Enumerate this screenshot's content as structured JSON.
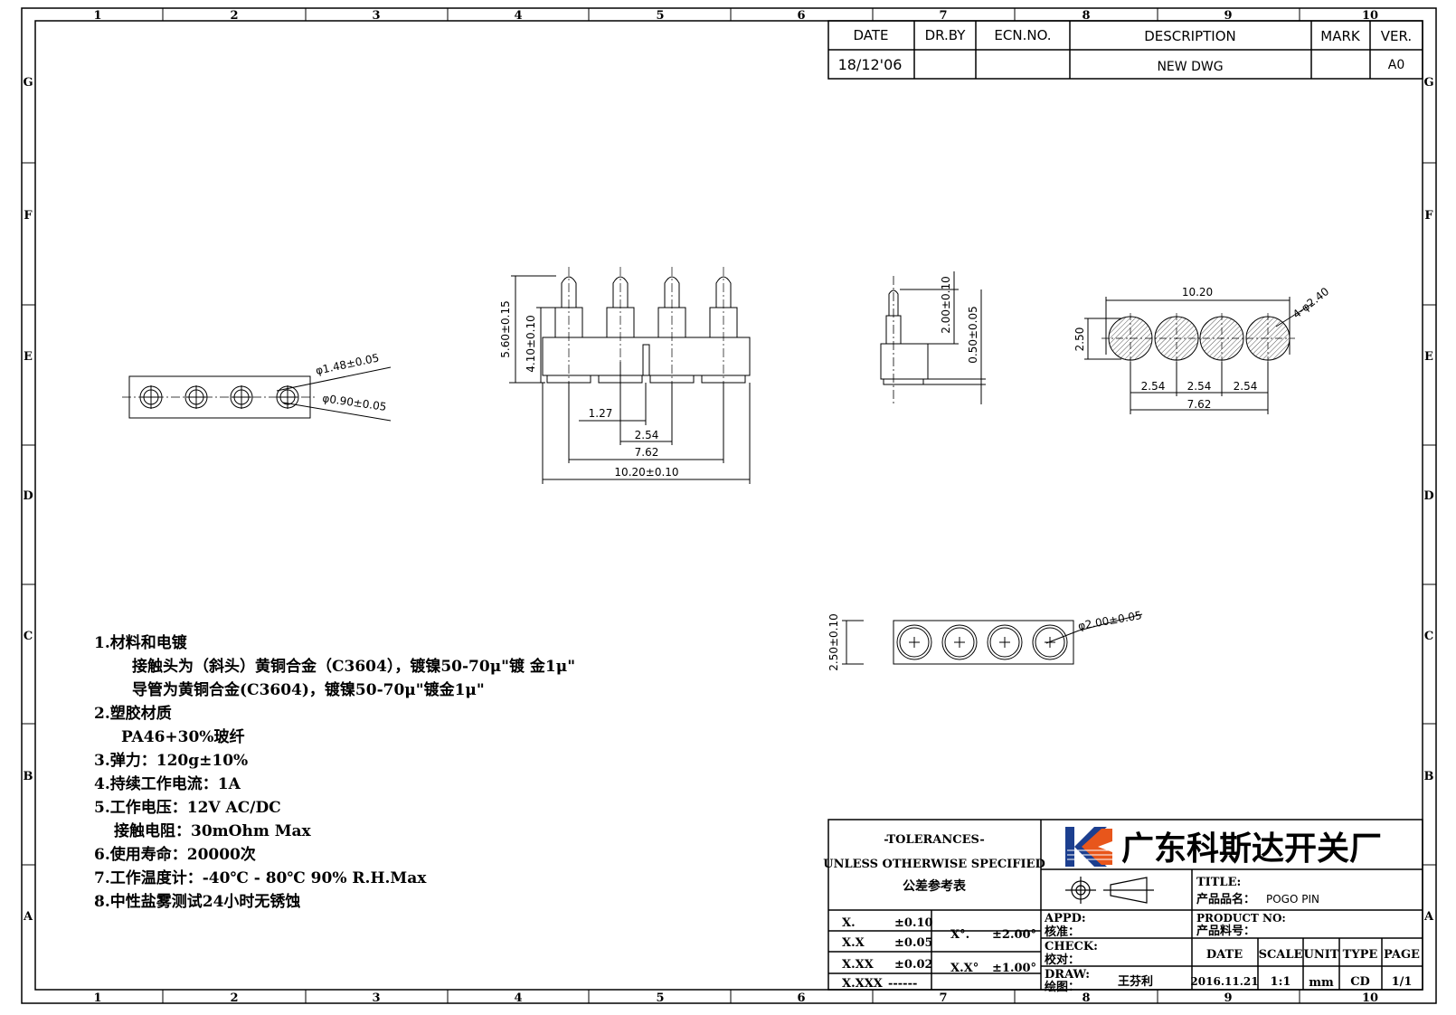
{
  "border": {
    "columns": [
      "1",
      "2",
      "3",
      "4",
      "5",
      "6",
      "7",
      "8",
      "9",
      "10"
    ],
    "rows": [
      "G",
      "F",
      "E",
      "D",
      "C",
      "B",
      "A"
    ]
  },
  "revision_table": {
    "headers": [
      "DATE",
      "DR.BY",
      "ECN.NO.",
      "DESCRIPTION",
      "MARK",
      "VER."
    ],
    "row": [
      "18/12'06",
      "",
      "",
      "NEW  DWG",
      "",
      "A0"
    ]
  },
  "dimensions": {
    "top_view": {
      "d1": "φ1.48±0.05",
      "d2": "φ0.90±0.05"
    },
    "front_view": {
      "h1": "5.60±0.15",
      "h2": "4.10±0.10",
      "w1": "1.27",
      "w2": "2.54",
      "w3": "7.62",
      "w4": "10.20±0.10"
    },
    "side_view": {
      "h1": "2.00±0.10",
      "h2": "0.50±0.05"
    },
    "right_view": {
      "w": "10.20",
      "d": "4-φ2.40",
      "h": "2.50",
      "p1": "2.54",
      "p2": "2.54",
      "p3": "2.54",
      "span": "7.62"
    },
    "bottom_view": {
      "h": "2.50±0.10",
      "d": "φ2.00±0.05"
    }
  },
  "notes": [
    "1.材料和电镀",
    "接触头为（斜头）黄铜合金（C3604），镀镍50-70μ\"镀 金1μ\"",
    "导管为黄铜合金(C3604)，镀镍50-70μ\"镀金1μ\"",
    "2.塑胶材质",
    "PA46+30%玻纤",
    "3.弹力：120g±10%",
    "4.持续工作电流：1A",
    "5.工作电压：12V AC/DC",
    "接触电阻：30mOhm Max",
    "6.使用寿命：20000次",
    "7.工作温度计：-40℃ - 80℃   90% R.H.Max",
    "8.中性盐雾测试24小时无锈蚀"
  ],
  "title_block": {
    "tol_heading": "-TOLERANCES-",
    "tol_sub": "UNLESS OTHERWISE SPECIFIED",
    "tol_cn": "公差参考表",
    "tol_rows": [
      {
        "k": "X.",
        "v": "±0.10"
      },
      {
        "k": "X.X",
        "v": "±0.05"
      },
      {
        "k": "X.XX",
        "v": "±0.02"
      },
      {
        "k": "X.XXX",
        "v": "------"
      }
    ],
    "ang_rows": [
      {
        "k": "X°.",
        "v": "±2.00°"
      },
      {
        "k": "X.X°",
        "v": "±1.00°"
      }
    ],
    "company": "广东科斯达开关厂",
    "title_label": "TITLE:",
    "name_label": "产品品名：",
    "name_value": "POGO  PIN",
    "pn_label": "PRODUCT NO:",
    "pn_cn": "产品料号：",
    "appd": "APPD:",
    "appd_cn": "核准：",
    "check": "CHECK:",
    "check_cn": "校对：",
    "draw": "DRAW:",
    "draw_cn": "绘图：",
    "drawer": "王芬利",
    "info_headers": [
      "DATE",
      "SCALE",
      "UNIT",
      "TYPE",
      "PAGE"
    ],
    "info_values": [
      "2016.11.21",
      "1:1",
      "mm",
      "CD",
      "1/1"
    ]
  }
}
